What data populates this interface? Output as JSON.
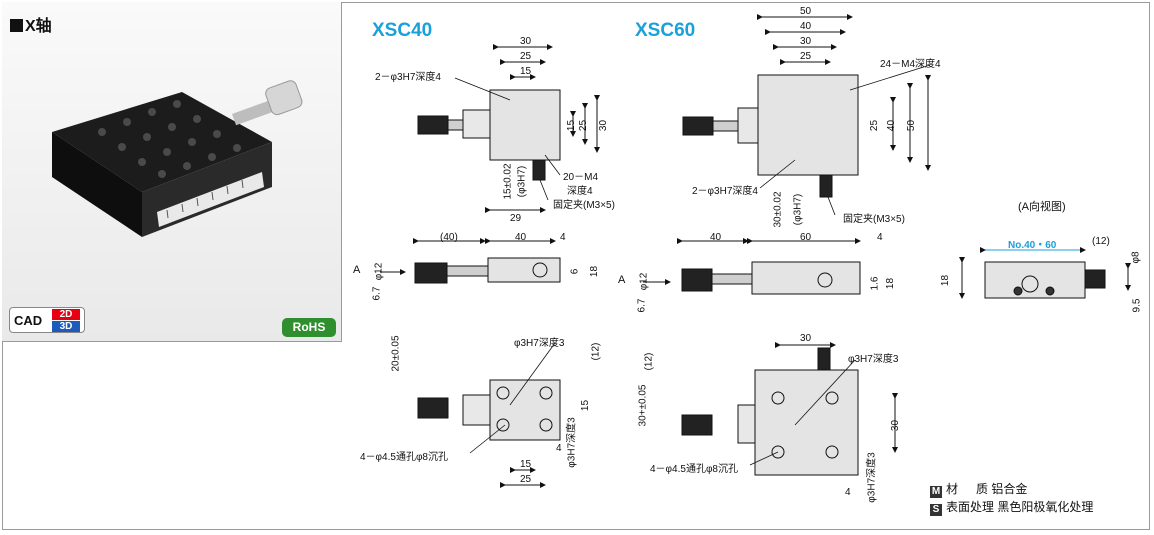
{
  "section_title": "X轴",
  "badges": {
    "cad": "CAD",
    "d2": "2D",
    "d3": "3D",
    "rohs": "RoHS"
  },
  "models": {
    "left": "XSC40",
    "right": "XSC60"
  },
  "xsc40": {
    "top_dims": [
      "30",
      "25",
      "15"
    ],
    "hole_note": "2－φ3H7深度4",
    "right_dims": [
      "15",
      "25",
      "30"
    ],
    "tap_note": "20－M4",
    "tap_depth": "深度4",
    "clamp_note": "固定夹(M3×5)",
    "vert_tol": "15±0.02",
    "vert_hole": "(φ3H7)",
    "bottom_dim": "29",
    "side_dims": [
      "(40)",
      "40",
      "4"
    ],
    "side_left": [
      "φ12",
      "6.7"
    ],
    "side_right": [
      "6",
      "18"
    ],
    "arrow_a": "A",
    "bottom_hole": "φ3H7深度3",
    "bottom_left_dim": "20±0.05",
    "bottom_right_dim": "(12)",
    "bottom_right_dim2": "15",
    "counterbore": "4－φ4.5通孔φ8沉孔",
    "bottom_dims": [
      "15",
      "25"
    ],
    "bottom_side_dim": "4",
    "bottom_depth": "φ3H7深度3"
  },
  "xsc60": {
    "top_dims": [
      "50",
      "40",
      "30",
      "25"
    ],
    "tap_note": "24－M4深度4",
    "right_dims": [
      "25",
      "40",
      "50"
    ],
    "hole_note": "2－φ3H7深度4",
    "vert_tol": "30±0.02",
    "vert_hole": "(φ3H7)",
    "clamp_note": "固定夹(M3×5)",
    "side_dims": [
      "40",
      "60",
      "4"
    ],
    "side_left": [
      "φ12",
      "6.7"
    ],
    "side_right": [
      "1.6",
      "18"
    ],
    "arrow_a": "A",
    "bottom_top_dim": "30",
    "bottom_hole": "φ3H7深度3",
    "bottom_left_dim": "30+±0.05",
    "bottom_left_dim2": "(12)",
    "bottom_right_dim": "30",
    "counterbore": "4－φ4.5通孔φ8沉孔",
    "bottom_side_dim": "4",
    "bottom_depth": "φ3H7深度3"
  },
  "aview": {
    "title": "(A向视图)",
    "no_label": "No.40・60",
    "dim_12": "(12)",
    "dim_18": "18",
    "dim_phi8": "φ8",
    "dim_95": "9.5"
  },
  "legend": {
    "m_badge": "M",
    "material_label": "材",
    "material_label2": "质",
    "material_value": "铝合金",
    "s_badge": "S",
    "surface_label": "表面处理",
    "surface_value": "黑色阳极氧化处理"
  }
}
